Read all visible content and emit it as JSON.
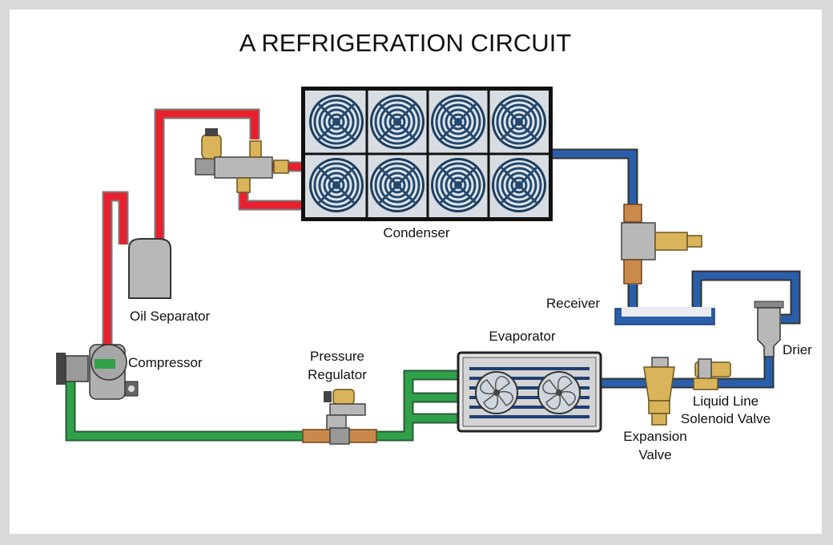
{
  "title": "A REFRIGERATION CIRCUIT",
  "labels": {
    "condenser": "Condenser",
    "oil_separator": "Oil Separator",
    "compressor": "Compressor",
    "pressure_regulator_1": "Pressure",
    "pressure_regulator_2": "Regulator",
    "evaporator": "Evaporator",
    "receiver": "Receiver",
    "drier": "Drier",
    "liquid_line_1": "Liquid Line",
    "liquid_line_2": "Solenoid Valve",
    "expansion_1": "Expansion",
    "expansion_2": "Valve"
  },
  "colors": {
    "hot_gas_line": "#e8202e",
    "liquid_line": "#2a5ea8",
    "suction_line": "#2fa14b",
    "brass": "#d9b45a",
    "component_gray": "#b8b8b8"
  },
  "icons": {
    "condenser_fans": "fan-icon",
    "evaporator_fans": "fan-icon"
  }
}
